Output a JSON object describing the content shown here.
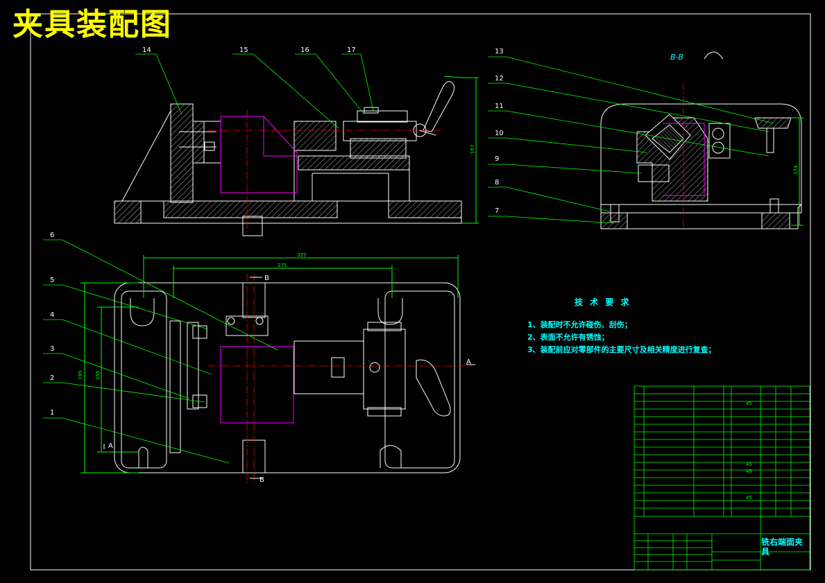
{
  "title": "夹具装配图",
  "section_label": "B-B",
  "part_numbers": [
    "1",
    "2",
    "3",
    "4",
    "5",
    "6",
    "7",
    "8",
    "9",
    "10",
    "11",
    "12",
    "13",
    "14",
    "15",
    "16",
    "17"
  ],
  "dimensions": {
    "overall_length": "325",
    "hole_spacing": "275",
    "overall_width": "195",
    "hole_width": "155",
    "front_height": "167",
    "side_height": "174"
  },
  "view_markers": {
    "a": "A",
    "b": "B"
  },
  "tech_requirements": {
    "heading": "技 术 要 求",
    "items": [
      "1、装配时不允许碰伤、刮伤；",
      "2、表面不允许有锈蚀；",
      "3、装配前应对零部件的主要尺寸及相关精度进行复查；"
    ]
  },
  "title_block": {
    "drawing_name": "铣右端面夹具",
    "material_values": [
      "45",
      "45",
      "45",
      "45"
    ]
  },
  "colors": {
    "background": "#000000",
    "outline": "#ffffff",
    "dimension": "#00ff00",
    "centerline": "#ff0000",
    "workpiece": "#ff00ff",
    "text": "#00ffff",
    "title": "#ffff00"
  }
}
